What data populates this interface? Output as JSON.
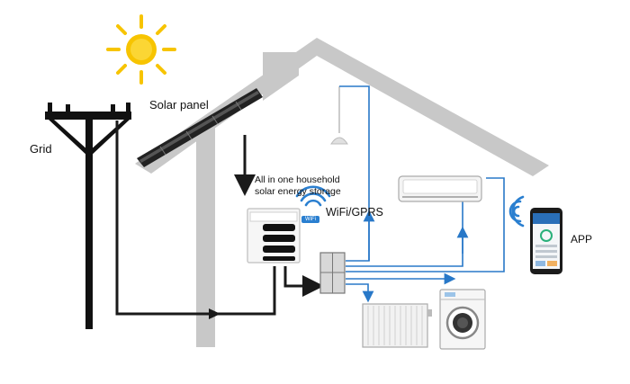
{
  "labels": {
    "grid": "Grid",
    "solar_panel": "Solar panel",
    "storage": "All in one household solar energy storage",
    "wifi_gprs": "WiFi/GPRS",
    "wifi_tag": "WiFi",
    "app": "APP"
  },
  "colors": {
    "house": "#c8c8c8",
    "power_line": "#1a1a1a",
    "signal_line": "#2878c8",
    "sun": "#f7c400",
    "wifi": "#2a7fd0"
  },
  "icons": [
    "sun-icon",
    "utility-pole-icon",
    "solar-panel-icon",
    "pendant-lamp-icon",
    "air-conditioner-icon",
    "radiator-icon",
    "washing-machine-icon",
    "smartphone-icon",
    "wifi-icon",
    "battery-storage-icon",
    "distribution-box-icon"
  ]
}
